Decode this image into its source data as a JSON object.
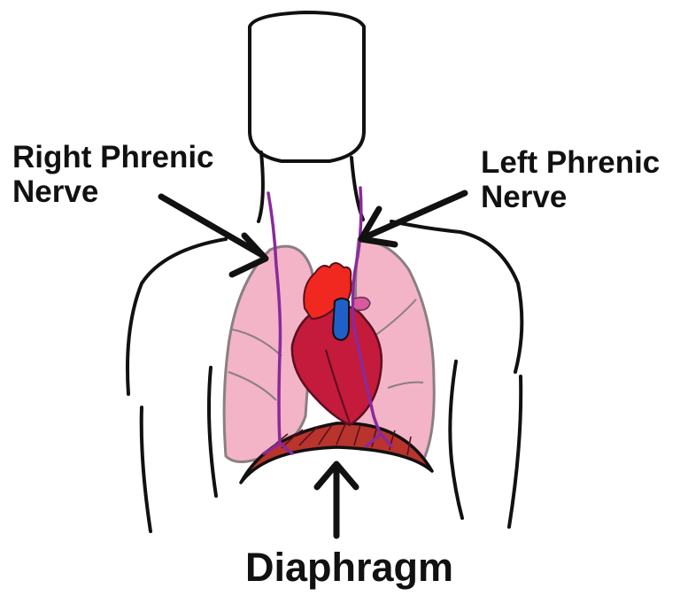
{
  "labels": {
    "right_phrenic_nerve": [
      "Right Phrenic",
      "Nerve"
    ],
    "left_phrenic_nerve": [
      "Left Phrenic",
      "Nerve"
    ],
    "diaphragm": "Diaphragm"
  },
  "colors": {
    "background": "#ffffff",
    "outline": "#111111",
    "lung": "#f2b4c6",
    "lung_outline": "#8a7f82",
    "heart": "#c41a3c",
    "heart_outline": "#5a0e1e",
    "aorta": "#f0281f",
    "vein": "#1f5fc8",
    "nerve": "#8a2a9a",
    "diaphragm": "#b8342c"
  }
}
